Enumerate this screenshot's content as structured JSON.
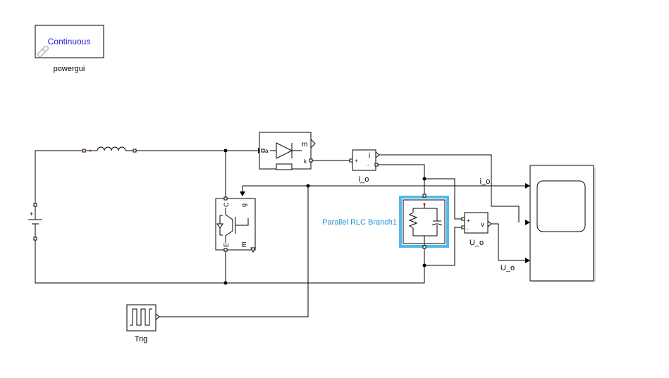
{
  "powergui": {
    "mode": "Continuous",
    "label": "powergui"
  },
  "blocks": {
    "current_meas": {
      "label": "i_o",
      "port_i": "i"
    },
    "voltage_meas": {
      "label": "U_o",
      "port_v": "v"
    },
    "rlc": {
      "label": "Parallel RLC Branch1"
    },
    "pulse": {
      "label": "Trig"
    },
    "igbt": {
      "port_c": "C",
      "port_g": "g",
      "port_e_left": "E",
      "port_e_right": "E"
    },
    "diode": {
      "port_m": "m",
      "port_a": "a",
      "port_k": "k"
    },
    "battery": {
      "plus": "+",
      "minus": "-"
    }
  },
  "signals": {
    "io_label": "i_o",
    "uo_label": "U_o"
  },
  "colors": {
    "selected": "#55b8f0",
    "link": "#1a1ad6",
    "accent_label": "#1a8fd6",
    "port_red": "#d62020"
  }
}
